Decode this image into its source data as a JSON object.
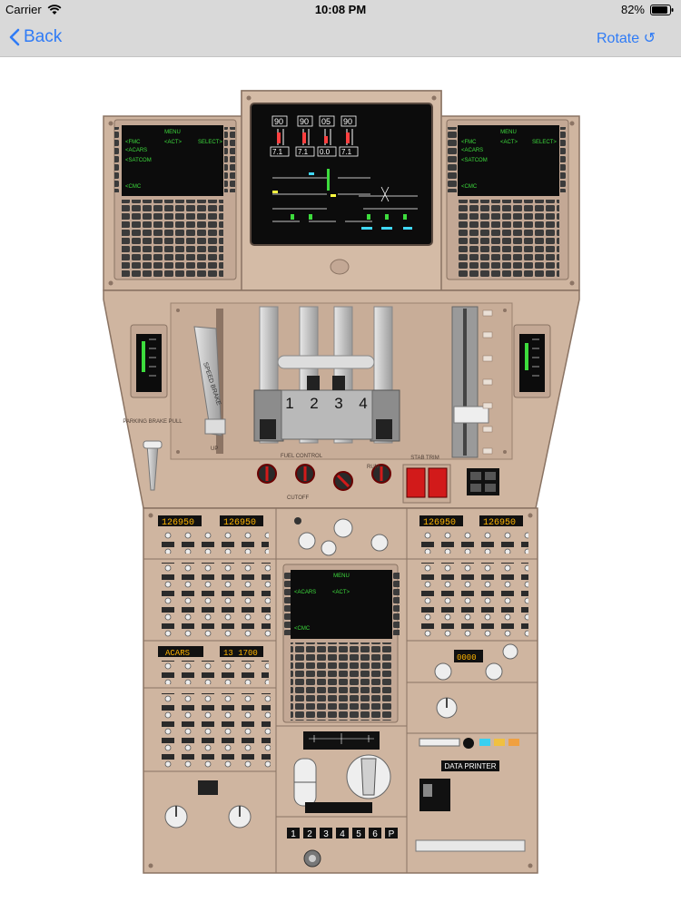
{
  "status_bar": {
    "carrier": "Carrier",
    "time": "10:08 PM",
    "battery": "82%"
  },
  "nav": {
    "back_label": "Back",
    "rotate_label": "Rotate ↺"
  },
  "cdu_left": {
    "title": "MENU",
    "lines": [
      "<FMC",
      "<ACT>",
      "SELECT>",
      "<ACARS",
      "<SATCOM",
      "<CMC"
    ]
  },
  "cdu_right": {
    "title": "MENU",
    "lines": [
      "<FMC",
      "<ACT>",
      "SELECT>",
      "<ACARS",
      "<SATCOM",
      "<CMC"
    ]
  },
  "cdu_center": {
    "title": "MENU",
    "lines": [
      "<ACARS",
      "<ACT>",
      "<CMC"
    ]
  },
  "eicas": {
    "epr_values": [
      "90",
      "90",
      "05",
      "90"
    ],
    "n1_values": [
      "7.1",
      "7.1",
      "0.0",
      "7.1"
    ]
  },
  "thrust_levers": [
    "1",
    "2",
    "3",
    "4"
  ],
  "labels": {
    "speed_brake": "SPEED BRAKE",
    "parking_brake": "PARKING BRAKE PULL",
    "fuel_control": "FUEL CONTROL",
    "cutoff": "CUTOFF",
    "run": "RUN",
    "stab_trim": "STAB TRIM",
    "data_printer": "DATA PRINTER",
    "flap_up": "UP"
  },
  "radios": {
    "vhf_left_active": "126950",
    "vhf_left_standby": "126950",
    "vhf_right_active": "126950",
    "vhf_right_standby": "126950",
    "acars_label": "ACARS",
    "acars_freq": "13 1700",
    "xpdr_code": "0000"
  },
  "pedestal_keys": [
    "1",
    "2",
    "3",
    "4",
    "5",
    "6",
    "P"
  ],
  "colors": {
    "panel": "#cfb5a0",
    "panel_dark": "#a98e7a",
    "screen": "#0c0c0c",
    "cdu_green": "#3ddc3d",
    "accent_blue": "#2f7bf6",
    "warning_red": "#d21a1a"
  }
}
